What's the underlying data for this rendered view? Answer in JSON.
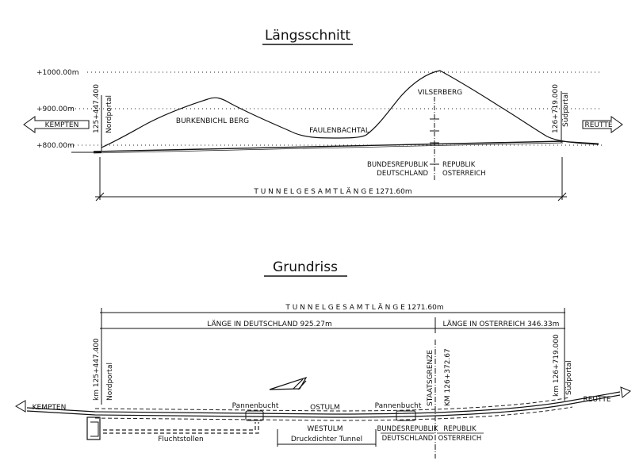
{
  "profile": {
    "title": "Längsschnitt",
    "elev_1000": "+1000.00m",
    "elev_900": "+900.00m",
    "elev_800": "+800.00m",
    "left_km": "125+447.400",
    "left_portal": "Nordportal",
    "right_km": "126+719.000",
    "right_portal": "Südportal",
    "left_dest": "KEMPTEN",
    "right_dest": "REUTTE",
    "mountain_1": "BURKENBICHL BERG",
    "valley": "FAULENBACHTAL",
    "mountain_2": "VILSERBERG",
    "country_de_1": "BUNDESREPUBLIK",
    "country_de_2": "DEUTSCHLAND",
    "country_at_1": "REPUBLIK",
    "country_at_2": "OSTERREICH",
    "total_length": "T U N N E L G E S A M T L Ä N G E    1271.60m"
  },
  "plan": {
    "title": "Grundriss",
    "total_length": "T U N N E L G E S A M T L Ä N G E    1271.60m",
    "length_de": "LÄNGE  IN  DEUTSCHLAND  925.27m",
    "length_at": "LÄNGE  IN  OSTERREICH  346.33m",
    "left_km": "km  125+447.400",
    "left_portal": "Nordportal",
    "right_km": "km  126+719.000",
    "right_portal": "Südportal",
    "border_label": "STAATSGRENZE",
    "border_km": "KM  126+372.67",
    "left_dest": "KEMPTEN",
    "right_dest": "REUTTE",
    "bay_1": "Pannenbucht",
    "bay_2": "Pannenbucht",
    "ostulm": "OSTULM",
    "westulm": "WESTULM",
    "pressure_tunnel": "Druckdichter  Tunnel",
    "escape_gallery": "Fluchtstollen",
    "country_de_1": "BUNDESREPUBLIK",
    "country_de_2": "DEUTSCHLAND",
    "country_at_1": "REPUBLIK",
    "country_at_2": "OSTERREICH"
  }
}
